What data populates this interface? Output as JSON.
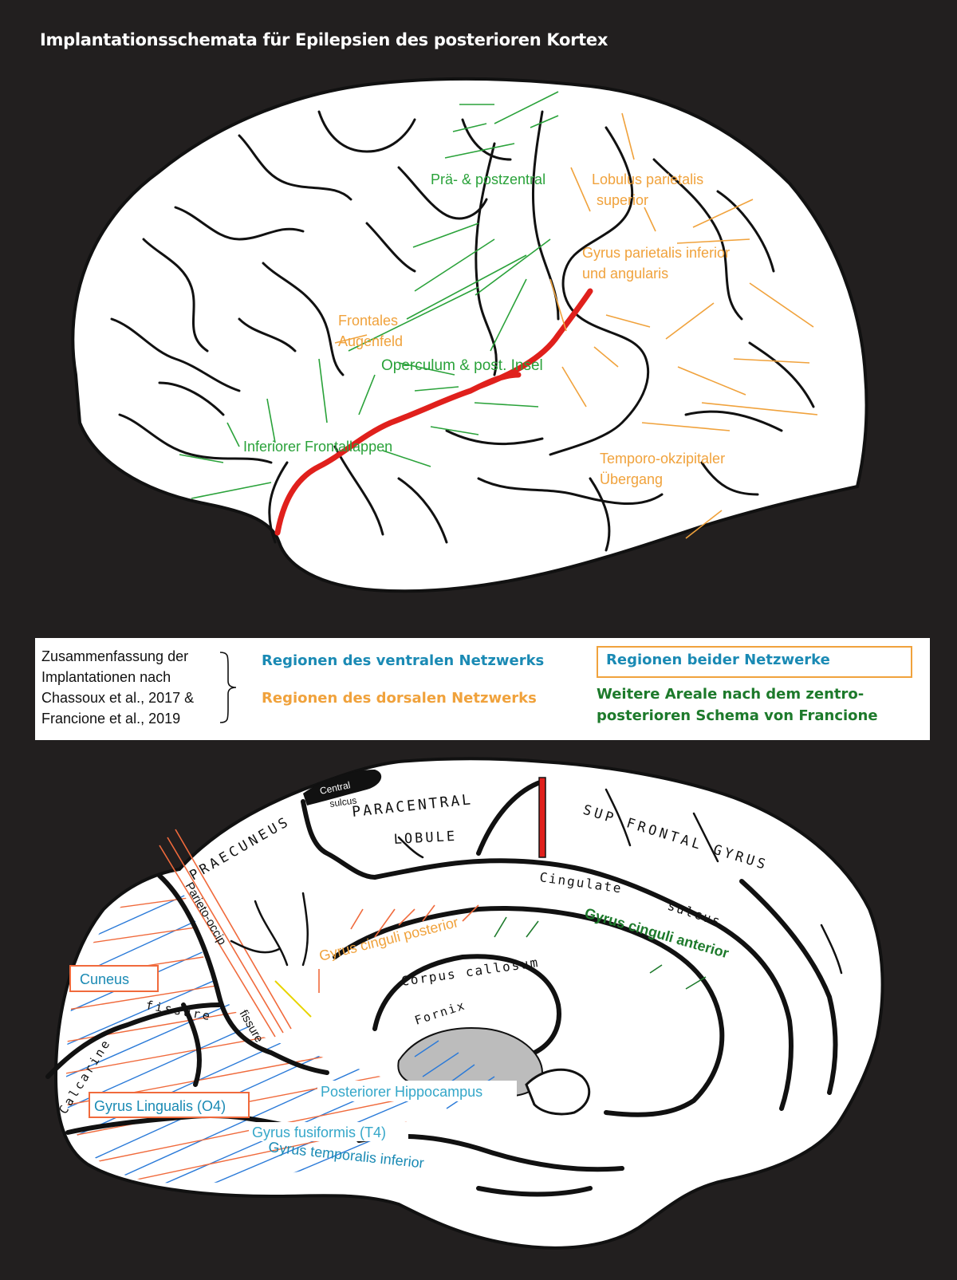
{
  "title": "Implantationsschemata für Epilepsien des posterioren Kortex",
  "colors": {
    "background": "#221f1f",
    "ventral": "#1a8ab4",
    "dorsal": "#f0a23c",
    "green": "#2aa23a",
    "dark_green": "#1d7a2b",
    "red": "#e0201c",
    "hatch_orange": "#f06a3c",
    "hatch_blue": "#2a7ad8",
    "cyan_label": "#35a7c9"
  },
  "lateral_labels": {
    "prae_postzentral": "Prä- & postzentral",
    "lobulus_parietalis_1": "Lobulus parietalis",
    "lobulus_parietalis_2": "superior",
    "gyrus_parietalis_1": "Gyrus parietalis inferior",
    "gyrus_parietalis_2": "und angularis",
    "frontales_1": "Frontales",
    "frontales_2": "Augenfeld",
    "operculum": "Operculum & post. Insel",
    "inferiorer_frontal": "Inferiorer Frontallappen",
    "temporo_1": "Temporo-okzipitaler",
    "temporo_2": "Übergang"
  },
  "legend": {
    "summary_lines": [
      "Zusammenfassung der",
      "Implantationen nach",
      "Chassoux et al., 2017 &",
      "Francione et al., 2019"
    ],
    "ventral": "Regionen des ventralen Netzwerks",
    "dorsal": "Regionen des   dorsalen Netzwerks",
    "both": "Regionen beider Netzwerke",
    "other_1": "Weitere Areale nach dem zentro-",
    "other_2": "posterioren Schema von  Francione"
  },
  "medial_labels": {
    "central_sulcus_1": "Central",
    "central_sulcus_2": "sulcus",
    "paracentral": "PARACENTRAL",
    "lobule": "LOBULE",
    "sup_frontal_gyrus": "SUP  FRONTAL  GYRUS",
    "praecuneus": "PRAECUNEUS",
    "parieto_occip": "Parieto-occip",
    "fissure_1": "fissure",
    "cingulate": "Cingulate",
    "sulcus": "sulcus",
    "gyrus_cinguli_posterior": "Gyrus cinguli posterior",
    "gyrus_cinguli_anterior": "Gyrus cinguli anterior",
    "corpus_callosum": "Corpus  callosum",
    "fornix": "Fornix",
    "cuneus": "Cuneus",
    "calcarine": "Calcarine",
    "fissure_2": "fissure",
    "posteriorer_hippocampus": "Posteriorer Hippocampus",
    "gyrus_lingualis": "Gyrus Lingualis (O4)",
    "gyrus_fusiformis": "Gyrus fusiformis (T4)",
    "gyrus_temporalis_inferior": "Gyrus temporalis inferior"
  }
}
